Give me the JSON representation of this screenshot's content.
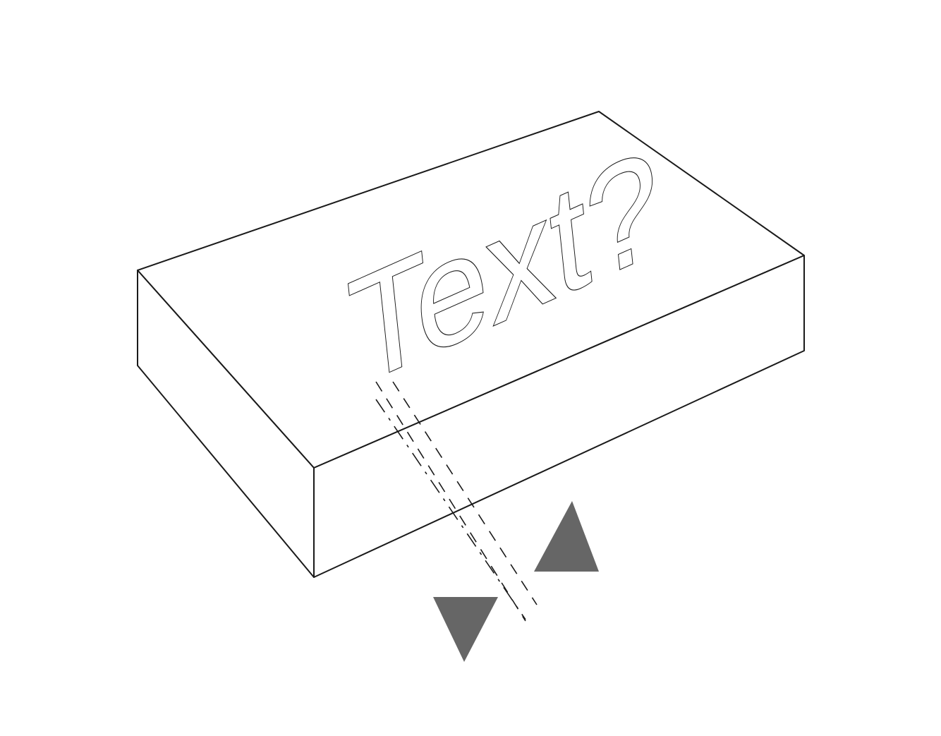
{
  "label": {
    "text": "Text?"
  },
  "colors": {
    "line": "#1a1a1a",
    "marker": "#666666",
    "background": "#ffffff"
  },
  "markers": [
    {
      "name": "triangle-down",
      "direction": "down"
    },
    {
      "name": "triangle-up",
      "direction": "up"
    }
  ]
}
